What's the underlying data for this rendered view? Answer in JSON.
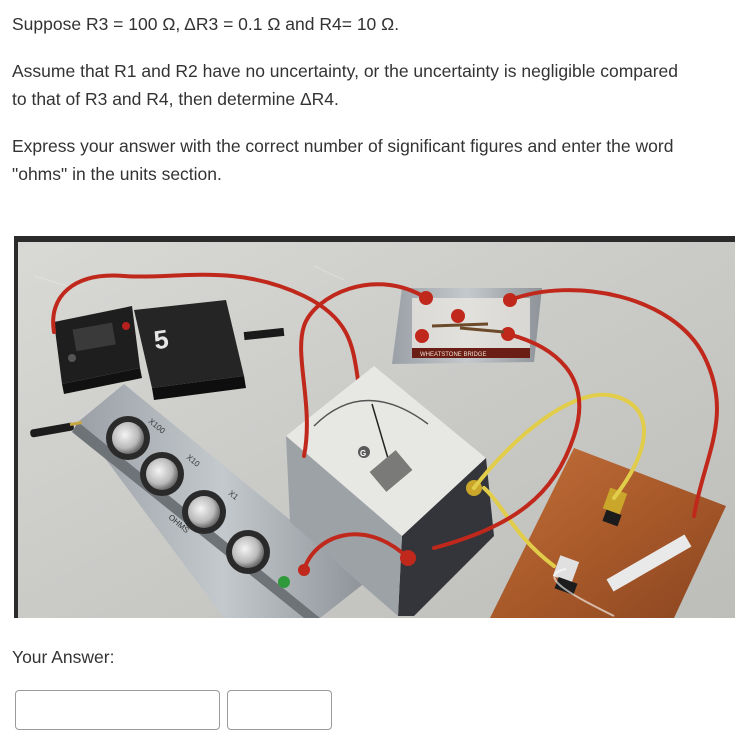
{
  "question": {
    "line1": "Suppose R3 = 100 Ω, ΔR3 = 0.1 Ω and R4= 10 Ω.",
    "line2a": "Assume that R1 and R2 have no uncertainty, or the uncertainty is negligible compared",
    "line2b": "to that of R3 and R4, then determine ΔR4.",
    "line3": "Express your answer with the correct number of significant figures and enter the word \"ohms\" in the units section."
  },
  "photo": {
    "label_5": "5",
    "label_x100": "X100",
    "label_x10": "X10",
    "label_x1": "X1",
    "label_ohms": "OHMS",
    "label_g": "G",
    "bridge_label": "WHEATSTONE BRIDGE"
  },
  "answer": {
    "label": "Your Answer:",
    "value": "",
    "units": ""
  },
  "colors": {
    "text": "#333333",
    "input_border": "#9a9a9a"
  }
}
